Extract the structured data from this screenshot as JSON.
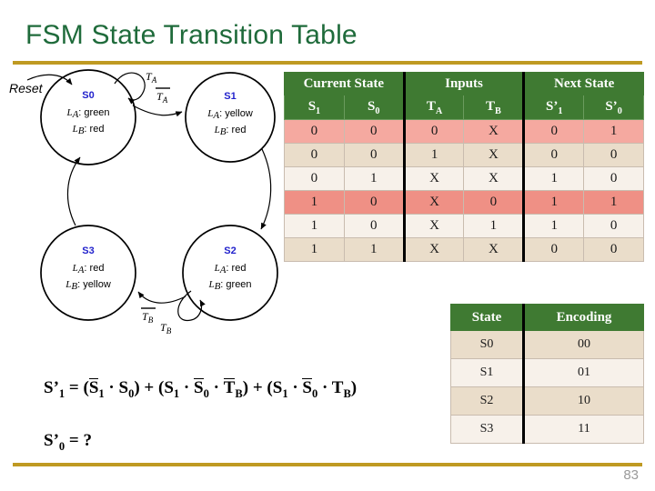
{
  "slide": {
    "title": "FSM State Transition Table",
    "page_number": "83",
    "accent_gold": "#BF9A22",
    "title_color": "#1F6B3B",
    "header_green": "#3F7A32",
    "highlight_pink": "#F5A9A0",
    "highlight_pink_dark": "#EF9085",
    "row_beige": "#EADDCA",
    "row_cream": "#F7F1EA"
  },
  "fsm_diagram": {
    "reset_label": "Reset",
    "states": [
      {
        "id": "S0",
        "name": "S0",
        "outputs": [
          {
            "signal": "L",
            "sub": "A",
            "value": "green"
          },
          {
            "signal": "L",
            "sub": "B",
            "value": "red"
          }
        ]
      },
      {
        "id": "S1",
        "name": "S1",
        "outputs": [
          {
            "signal": "L",
            "sub": "A",
            "value": "yellow"
          },
          {
            "signal": "L",
            "sub": "B",
            "value": "red"
          }
        ]
      },
      {
        "id": "S2",
        "name": "S2",
        "outputs": [
          {
            "signal": "L",
            "sub": "A",
            "value": "red"
          },
          {
            "signal": "L",
            "sub": "B",
            "value": "green"
          }
        ]
      },
      {
        "id": "S3",
        "name": "S3",
        "outputs": [
          {
            "signal": "L",
            "sub": "A",
            "value": "red"
          },
          {
            "signal": "L",
            "sub": "B",
            "value": "yellow"
          }
        ]
      }
    ],
    "transitions": [
      {
        "from": "S0",
        "to": "S0",
        "label": "T",
        "sub": "A",
        "negated": false
      },
      {
        "from": "S0",
        "to": "S1",
        "label": "T",
        "sub": "A",
        "negated": true
      },
      {
        "from": "S1",
        "to": "S2",
        "label": "",
        "sub": "",
        "negated": false
      },
      {
        "from": "S2",
        "to": "S2",
        "label": "T",
        "sub": "B",
        "negated": false
      },
      {
        "from": "S2",
        "to": "S3",
        "label": "T",
        "sub": "B",
        "negated": true
      },
      {
        "from": "S3",
        "to": "S0",
        "label": "",
        "sub": "",
        "negated": false
      }
    ]
  },
  "transition_table": {
    "group_headers": [
      {
        "label": "Current State",
        "span": 2
      },
      {
        "label": "Inputs",
        "span": 2
      },
      {
        "label": "Next State",
        "span": 2
      }
    ],
    "sub_headers": [
      {
        "base": "S",
        "sub": "1",
        "prime": false
      },
      {
        "base": "S",
        "sub": "0",
        "prime": false
      },
      {
        "base": "T",
        "sub": "A",
        "prime": false
      },
      {
        "base": "T",
        "sub": "B",
        "prime": false
      },
      {
        "base": "S",
        "sub": "1",
        "prime": true
      },
      {
        "base": "S",
        "sub": "0",
        "prime": true
      }
    ],
    "rows": [
      {
        "cells": [
          "0",
          "0",
          "0",
          "X",
          "0",
          "1"
        ],
        "style": "hl-light"
      },
      {
        "cells": [
          "0",
          "0",
          "1",
          "X",
          "0",
          "0"
        ],
        "style": "row-a"
      },
      {
        "cells": [
          "0",
          "1",
          "X",
          "X",
          "1",
          "0"
        ],
        "style": "row-b"
      },
      {
        "cells": [
          "1",
          "0",
          "X",
          "0",
          "1",
          "1"
        ],
        "style": "hl-dark"
      },
      {
        "cells": [
          "1",
          "0",
          "X",
          "1",
          "1",
          "0"
        ],
        "style": "row-b"
      },
      {
        "cells": [
          "1",
          "1",
          "X",
          "X",
          "0",
          "0"
        ],
        "style": "row-a"
      }
    ]
  },
  "encoding_table": {
    "headers": [
      "State",
      "Encoding"
    ],
    "rows": [
      {
        "cells": [
          "S0",
          "00"
        ],
        "style": "row-a"
      },
      {
        "cells": [
          "S1",
          "01"
        ],
        "style": "row-b"
      },
      {
        "cells": [
          "S2",
          "10"
        ],
        "style": "row-a"
      },
      {
        "cells": [
          "S3",
          "11"
        ],
        "style": "row-b"
      }
    ]
  },
  "equations": {
    "s1_prime": {
      "lhs": "S’",
      "lhs_sub": "1",
      "text": "S’1 = (S̆1 · S0) + (S1 · S̆0 · T̆B) + (S1 · S̆0 · TB)"
    },
    "s0_prime": {
      "lhs": "S’",
      "lhs_sub": "0",
      "text": "S’0 = ?"
    }
  }
}
